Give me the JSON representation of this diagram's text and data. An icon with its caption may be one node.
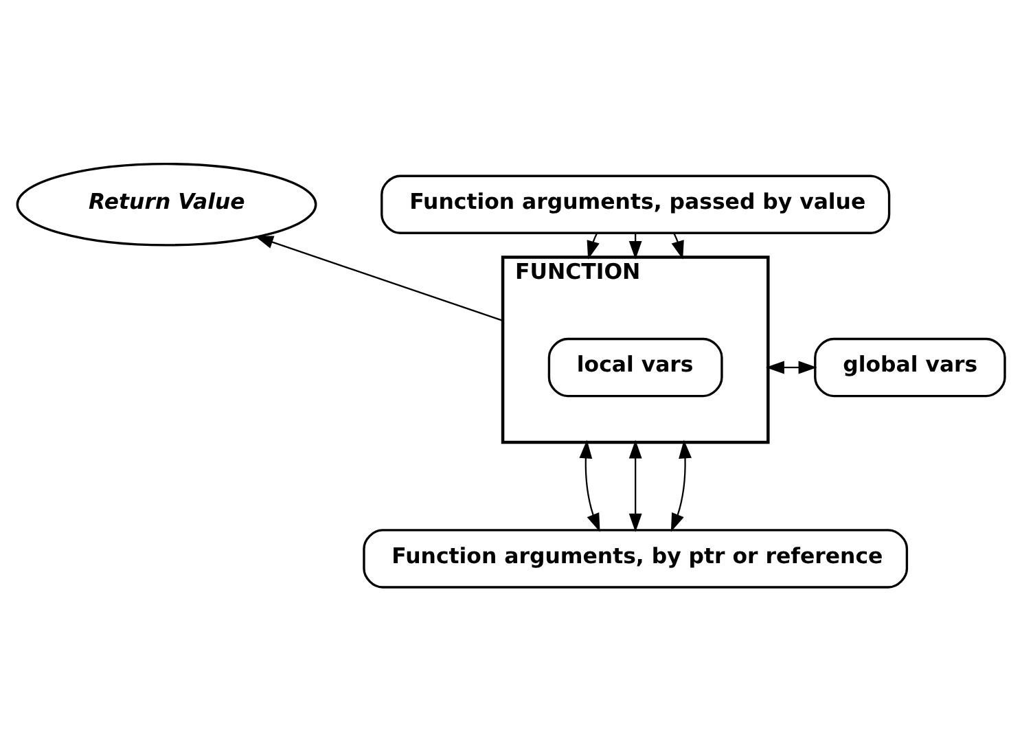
{
  "diagram": {
    "nodes": [
      {
        "text": [
          "Return Value"
        ]
      },
      {
        "text": [
          "Function arguments, passed by value"
        ]
      },
      {
        "text": [
          "FUNCTION"
        ]
      },
      {
        "text": [
          "local vars"
        ],
        "in": 2
      },
      {
        "text": [
          "global vars"
        ]
      },
      {
        "text": [
          "Function arguments, by ptr or reference"
        ]
      }
    ],
    "edges": [
      {
        "from": 2,
        "to": 0,
        "arrow": "to"
      },
      {
        "from": 1,
        "to": 2,
        "arrow": "to"
      },
      {
        "from": 1,
        "to": 2,
        "arrow": "to"
      },
      {
        "from": 1,
        "to": 2,
        "arrow": "to"
      },
      {
        "from": 2,
        "to": 4,
        "arrow": "both"
      },
      {
        "from": 2,
        "to": 5,
        "arrow": "both"
      },
      {
        "from": 2,
        "to": 5,
        "arrow": "both"
      },
      {
        "from": 2,
        "to": 5,
        "arrow": "both"
      }
    ]
  }
}
